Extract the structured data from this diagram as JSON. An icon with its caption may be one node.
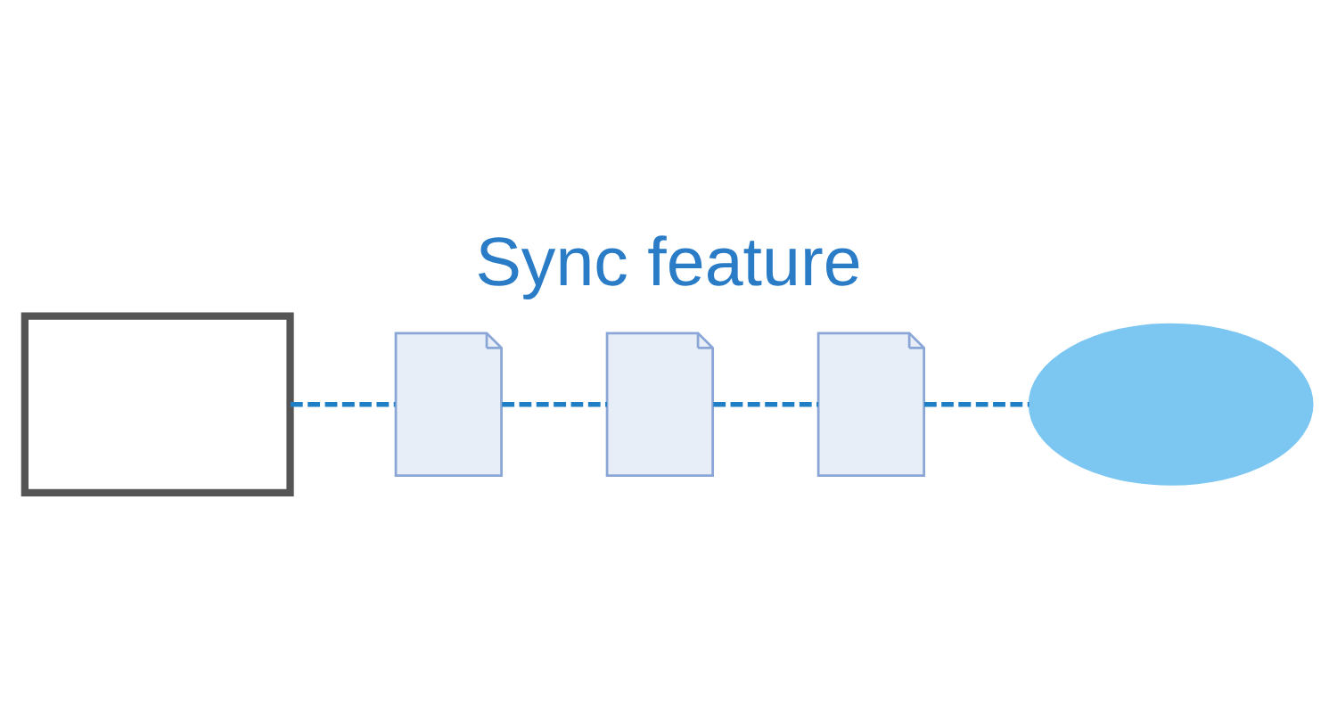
{
  "diagram": {
    "title": "Sync feature",
    "nodes": [
      {
        "text": [],
        "shape": "box"
      },
      {
        "text": [],
        "shape": "document"
      },
      {
        "text": [],
        "shape": "document"
      },
      {
        "text": [],
        "shape": "document"
      },
      {
        "text": [],
        "shape": "cloud"
      }
    ],
    "edges": [
      {
        "from": 0,
        "to": 1,
        "arrow": "none",
        "style": "dashed"
      },
      {
        "from": 1,
        "to": 2,
        "arrow": "none",
        "style": "dashed"
      },
      {
        "from": 2,
        "to": 3,
        "arrow": "none",
        "style": "dashed"
      },
      {
        "from": 3,
        "to": 4,
        "arrow": "none",
        "style": "dashed"
      }
    ]
  }
}
